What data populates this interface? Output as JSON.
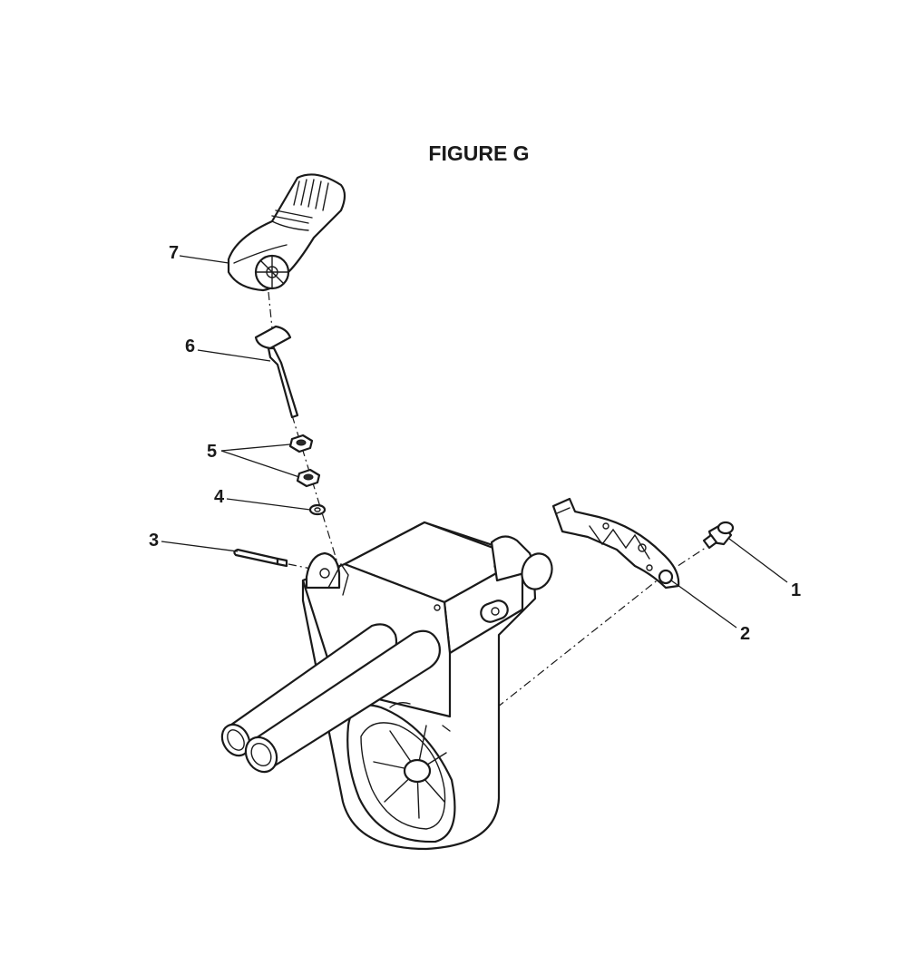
{
  "figure": {
    "title": "FIGURE G",
    "callouts": [
      "1",
      "2",
      "3",
      "4",
      "5",
      "6",
      "7"
    ]
  }
}
